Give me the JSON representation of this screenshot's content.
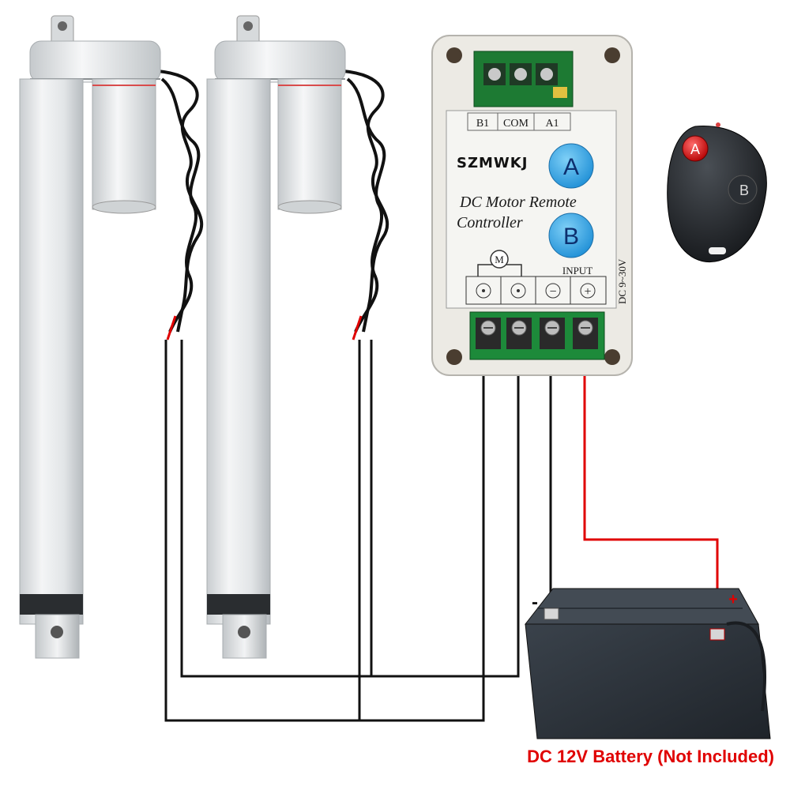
{
  "colors": {
    "accent_red": "#e00000",
    "button_blue": "#2fa7e8",
    "wire_black": "#111111",
    "actuator_silver": "#dfe2e4",
    "battery_body": "#2b3138"
  },
  "controller": {
    "brand": "SZMWKJ",
    "title_line1": "DC Motor Remote",
    "title_line2": "Controller",
    "button_a": "A",
    "button_b": "B",
    "terminal_labels": [
      "B1",
      "COM",
      "A1"
    ],
    "motor_symbol": "M",
    "input_label": "INPUT",
    "voltage_label": "DC 9~30V",
    "minus_symbol": "−",
    "plus_symbol": "+"
  },
  "remote": {
    "button_a": "A",
    "button_b": "B"
  },
  "battery": {
    "minus_label": "-",
    "plus_label": "+",
    "caption": "DC 12V Battery (Not Included)"
  },
  "icons": [
    "linear-actuator-icon",
    "remote-fob-icon",
    "battery-icon",
    "motor-icon",
    "screw-terminal-icon"
  ]
}
